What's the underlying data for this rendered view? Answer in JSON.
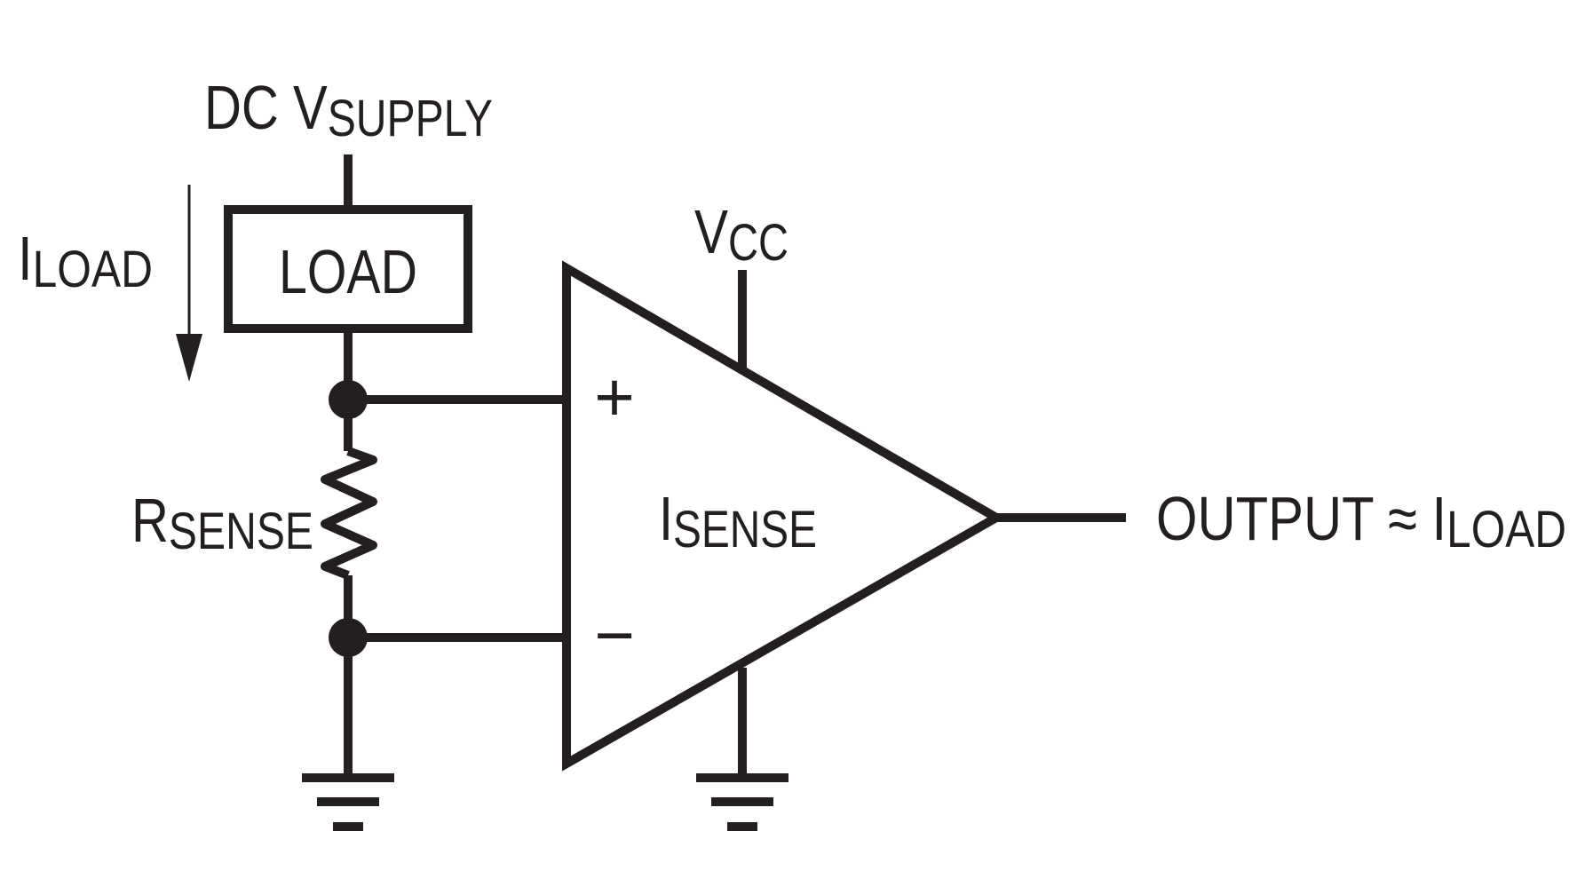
{
  "labels": {
    "supply_prefix": "DC V",
    "supply_sub": "SUPPLY",
    "load_box": "LOAD",
    "iload_main": "I",
    "iload_sub": "LOAD",
    "rsense_main": "R",
    "rsense_sub": "SENSE",
    "vcc_main": "V",
    "vcc_sub": "CC",
    "isense_main": "I",
    "isense_sub": "SENSE",
    "plus": "+",
    "minus": "−",
    "output_prefix": "OUTPUT ≈ I",
    "output_sub": "LOAD"
  },
  "colors": {
    "ink": "#231f20",
    "background": "#ffffff"
  }
}
